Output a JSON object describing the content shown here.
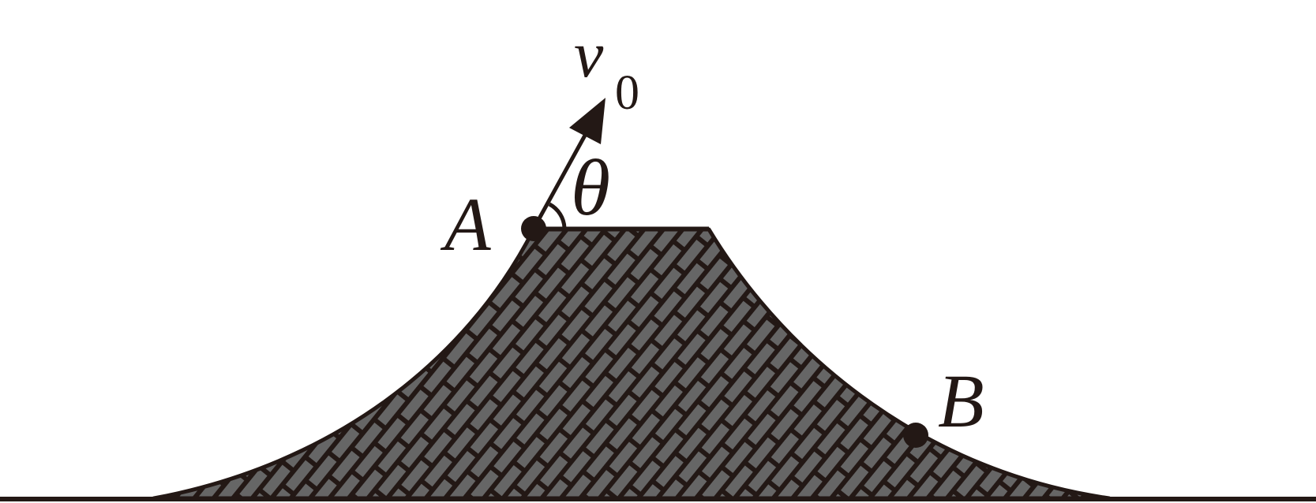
{
  "labels": {
    "velocity": "v",
    "velocity_subscript": "0",
    "angle": "θ",
    "point_a": "A",
    "point_b": "B"
  },
  "colors": {
    "ink": "#231815",
    "brick_fill": "#666666",
    "background": "#ffffff"
  }
}
